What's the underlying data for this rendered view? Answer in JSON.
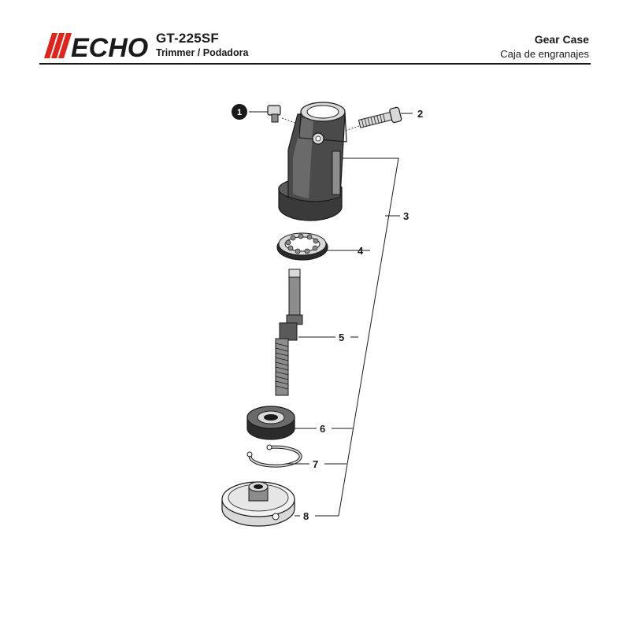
{
  "header": {
    "brand": "ECHO",
    "model": "GT-225SF",
    "subtitle": "Trimmer / Podadora",
    "title_en": "Gear Case",
    "title_es": "Caja de engranajes"
  },
  "colors": {
    "ink": "#1a1a1a",
    "brand_red": "#e2231a",
    "part_dark": "#2b2b2b",
    "part_mid": "#8c8c8c",
    "part_light": "#d9d9d9"
  },
  "callouts": {
    "c1": "1",
    "c2": "2",
    "c3": "3",
    "c4": "4",
    "c5": "5",
    "c6": "6",
    "c7": "7",
    "c8": "8"
  }
}
